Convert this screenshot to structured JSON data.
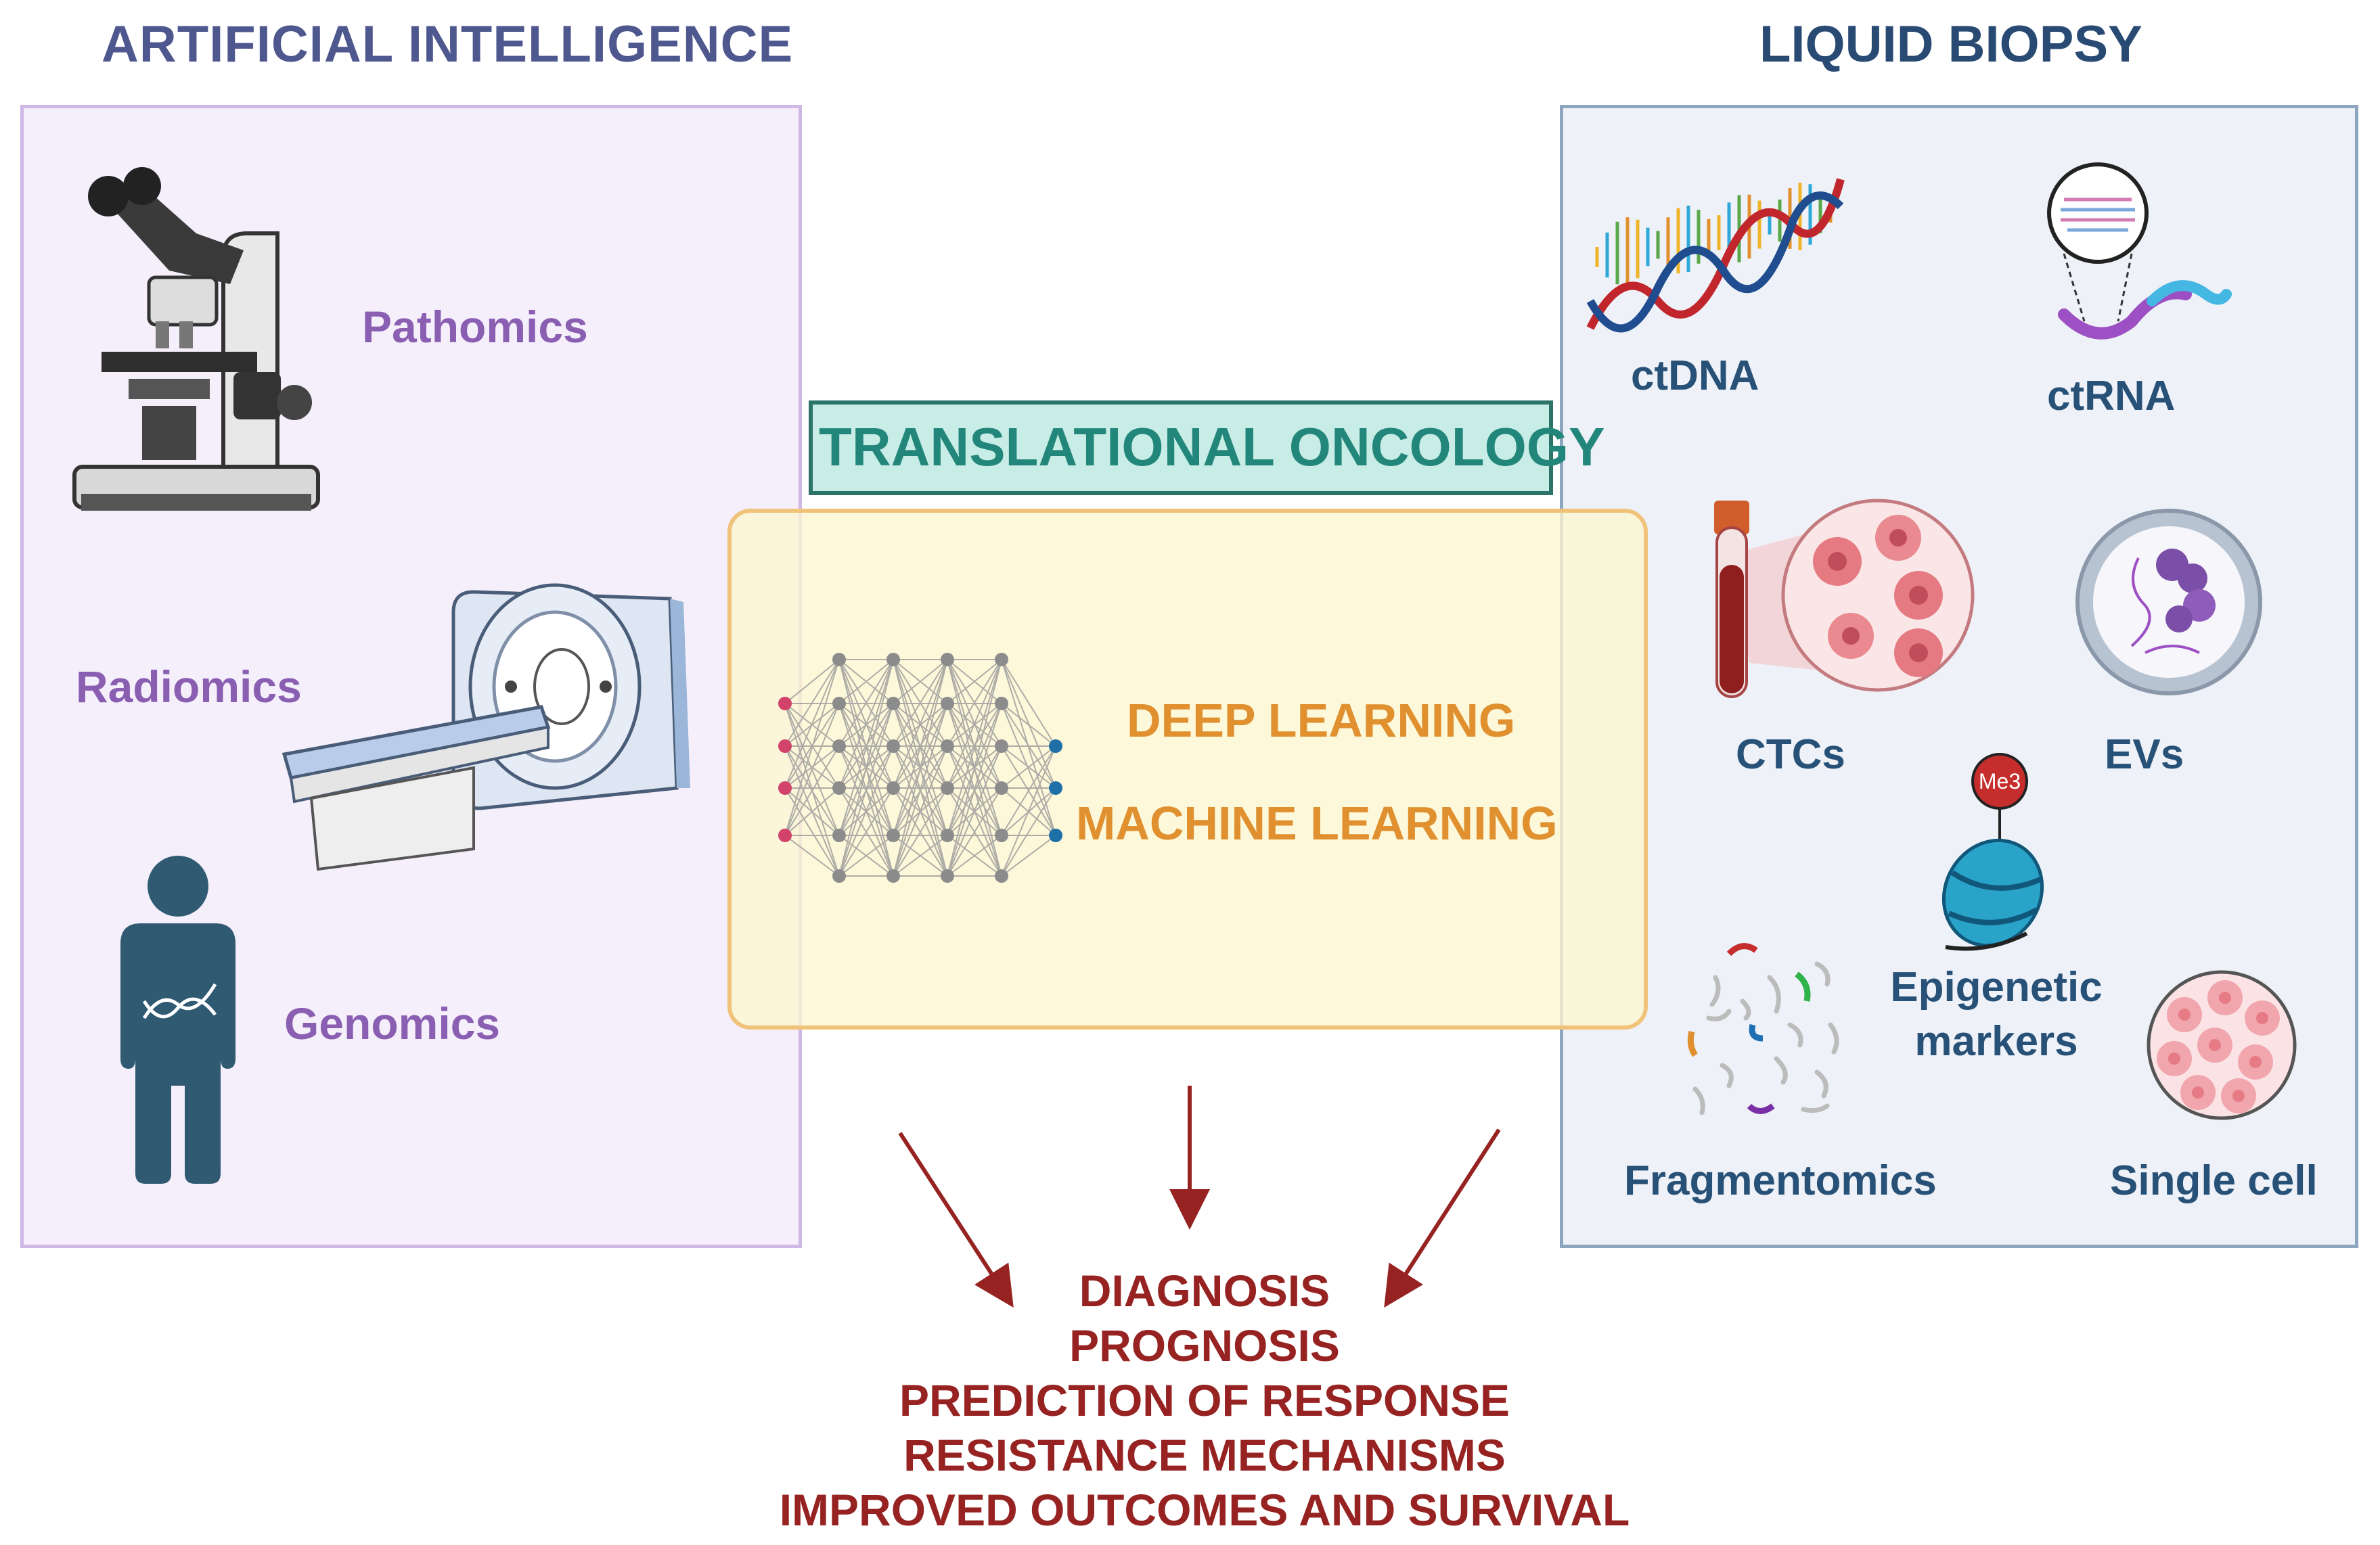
{
  "ai": {
    "title": "ARTIFICIAL INTELLIGENCE",
    "items": [
      "Pathomics",
      "Radiomics",
      "Genomics"
    ]
  },
  "center": {
    "title": "TRANSLATIONAL ONCOLOGY",
    "methods": [
      "DEEP LEARNING",
      "MACHINE LEARNING"
    ]
  },
  "lb": {
    "title": "LIQUID BIOPSY",
    "items": [
      "ctDNA",
      "ctRNA",
      "CTCs",
      "EVs",
      "Epigenetic markers",
      "Fragmentomics",
      "Single cell"
    ],
    "me3_label": "Me3"
  },
  "outcomes": [
    "DIAGNOSIS",
    "PROGNOSIS",
    "PREDICTION OF RESPONSE",
    "RESISTANCE MECHANISMS",
    "IMPROVED OUTCOMES AND SURVIVAL"
  ],
  "colors": {
    "ai_text": "#8a5fb2",
    "lb_text": "#285178",
    "ml_text": "#e0902e",
    "outcome_text": "#962322",
    "translational_text": "#22877a"
  },
  "icons": [
    "microscope-icon",
    "ct-scanner-icon",
    "person-dna-icon",
    "neural-network-icon",
    "dna-helix-icon",
    "rna-icon",
    "blood-tube-icon",
    "cells-icon",
    "vesicle-icon",
    "nucleosome-icon",
    "fragments-icon",
    "single-cell-icon"
  ]
}
